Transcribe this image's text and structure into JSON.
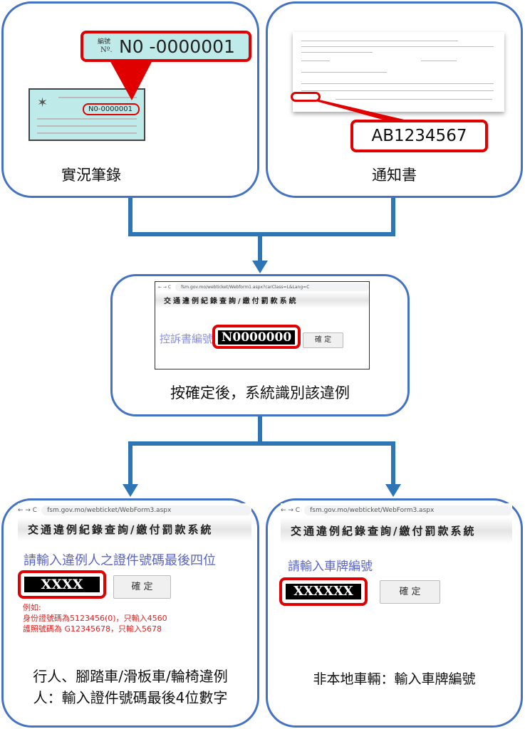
{
  "top_left": {
    "caption": "實況筆錄",
    "callout_label_cn": "編號",
    "callout_label_pt": "Nº.",
    "callout_number": "N0 -0000001",
    "ticket_number": "N0-0000001"
  },
  "top_right": {
    "caption": "通知書",
    "notice_number": "AB1234567"
  },
  "middle": {
    "url": "fsm.gov.mo/webticket/Webform1.aspx?carClass=L&Lang=C",
    "system_title": "交通違例紀錄查詢/繳付罰款系統",
    "field_label": "控訴書編號",
    "field_value": "N0000000",
    "confirm_label": "確 定",
    "caption": "按確定後，系統識別該違例"
  },
  "bottom_left": {
    "url": "fsm.gov.mo/webticket/WebForm3.aspx",
    "system_title": "交通違例紀錄查詢/繳付罰款系統",
    "prompt": "請輸入違例人之證件號碼最後四位",
    "field_value": "XXXX",
    "confirm_label": "確 定",
    "hint_title": "例如:",
    "hint_line1": "身份證號碼為5123456(0)，只輸入4560",
    "hint_line2": "護照號碼為 G12345678，只輸入5678",
    "caption_line1": "行人、腳踏車/滑板車/輪椅違例",
    "caption_line2": "人：輸入證件號碼最後4位數字"
  },
  "bottom_right": {
    "url": "fsm.gov.mo/webticket/WebForm3.aspx",
    "system_title": "交通違例紀錄查詢/繳付罰款系統",
    "prompt": "請輸入車牌編號",
    "field_value": "XXXXXX",
    "confirm_label": "確 定",
    "caption": "非本地車輛：輸入車牌編號"
  },
  "colors": {
    "border": "#4472c4",
    "connector": "#2e75b6",
    "highlight": "#e00000",
    "prompt": "#5a63c8"
  }
}
